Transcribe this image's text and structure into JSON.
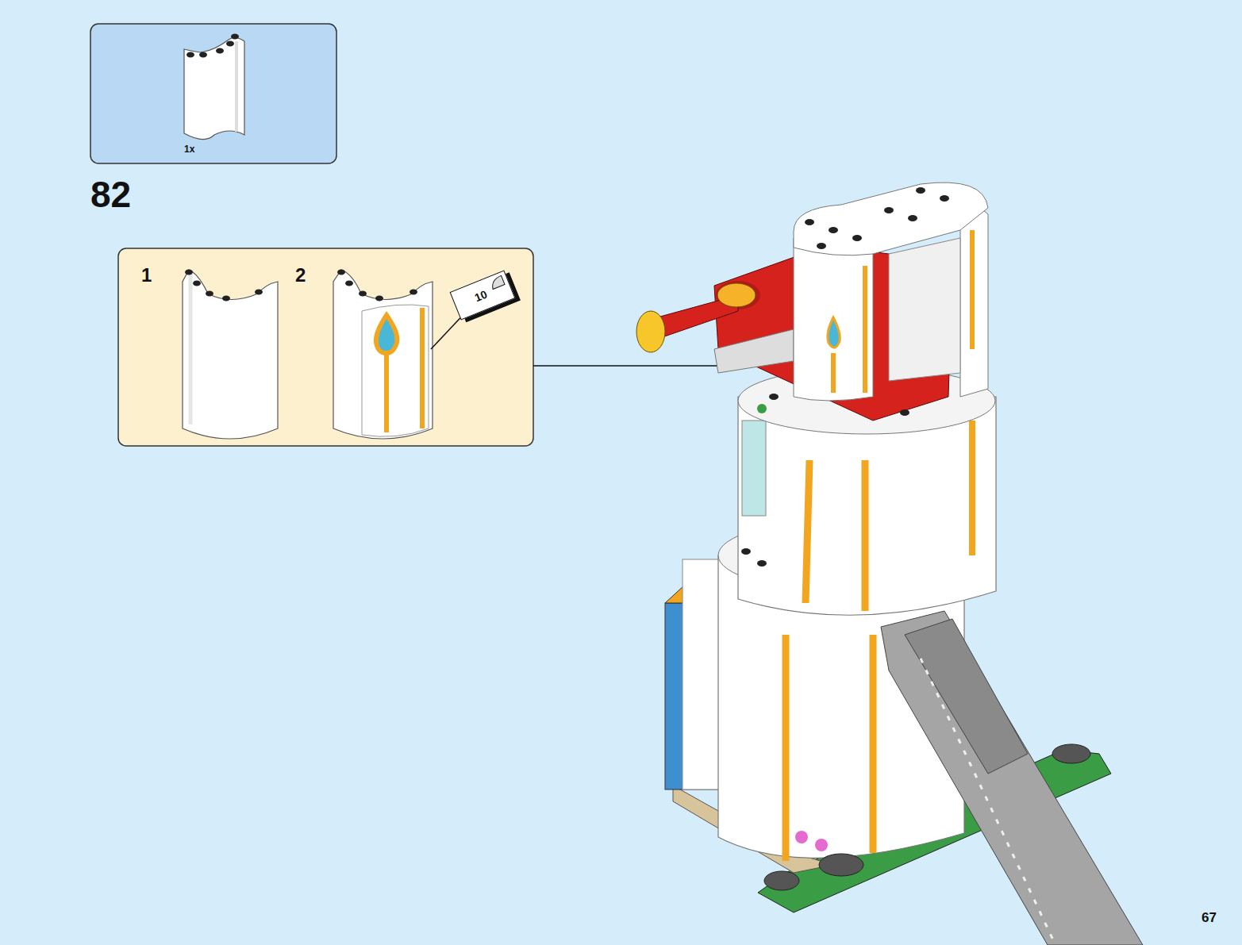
{
  "diagram": {
    "nodes": [
      {
        "text": [
          "1x"
        ]
      },
      {
        "text": [
          "1",
          "2"
        ]
      },
      {
        "text": [
          "10"
        ],
        "in": 1
      }
    ],
    "labels": [
      "82",
      "67"
    ]
  }
}
